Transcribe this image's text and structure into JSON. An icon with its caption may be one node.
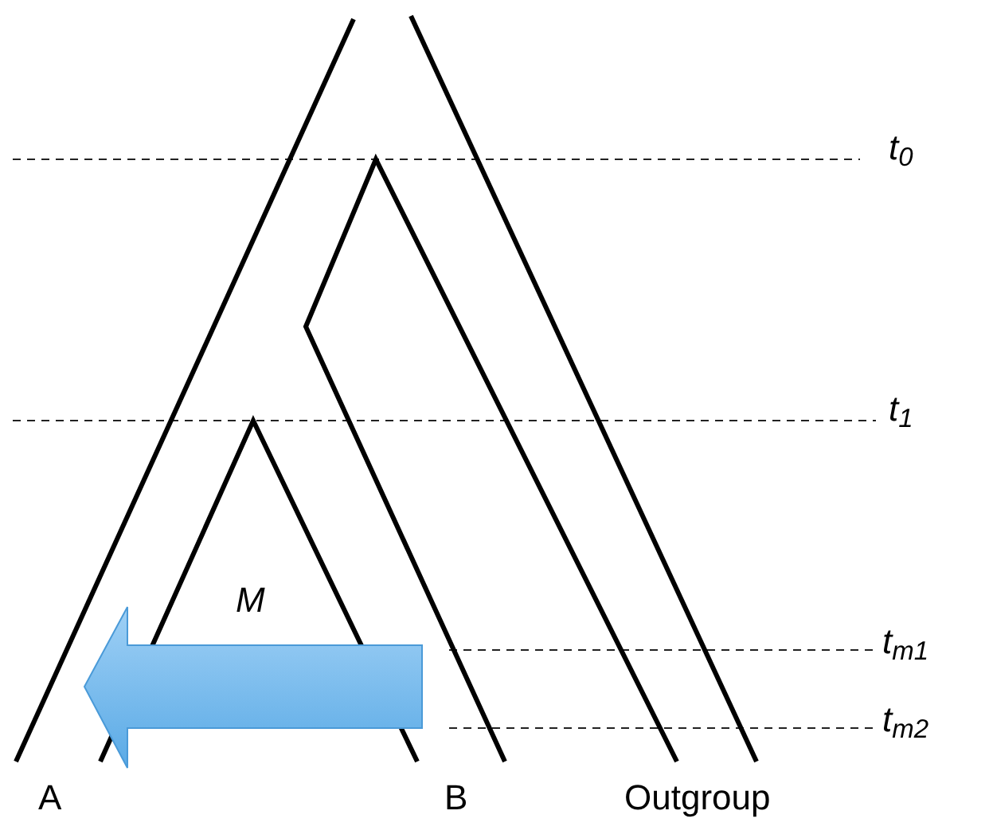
{
  "diagram": {
    "labels": [
      "t$_{0}$",
      "t$_{1}$",
      "M",
      "t$_{m1}$",
      "t$_{m2}$",
      "A",
      "B",
      "Outgroup"
    ]
  }
}
